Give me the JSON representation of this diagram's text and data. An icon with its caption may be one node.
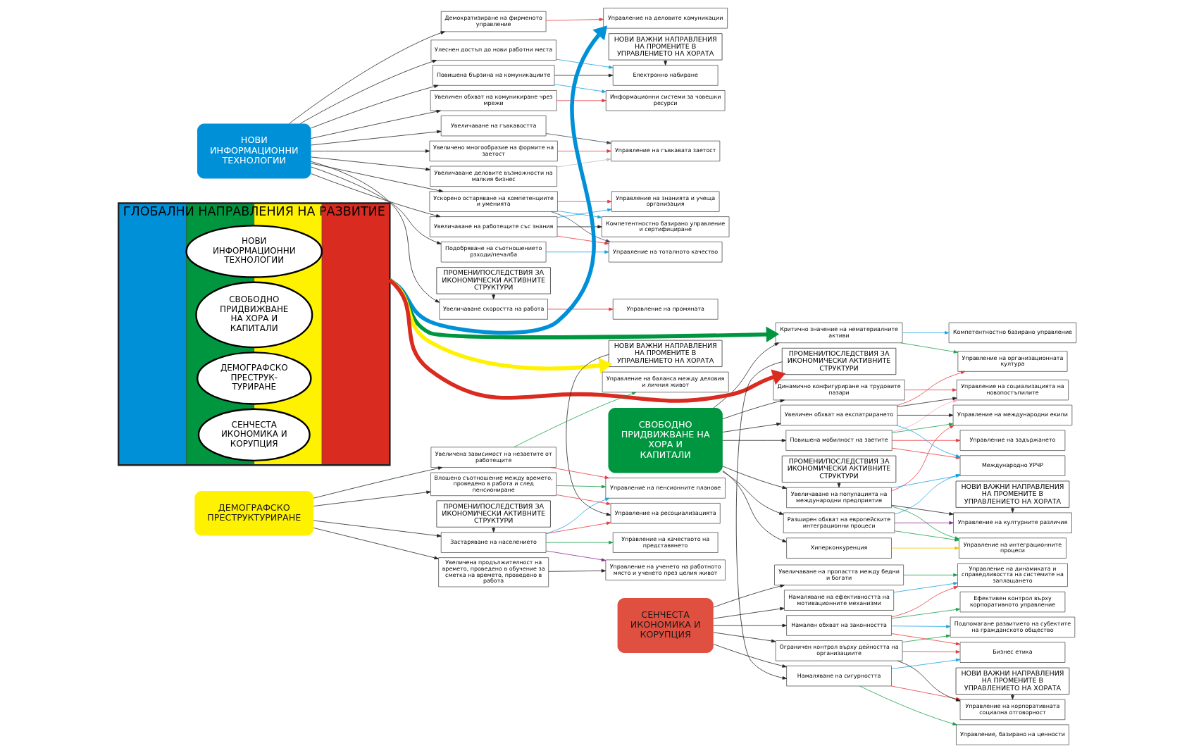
{
  "diagram": {
    "nodes": [
      {
        "text": [
          "НОВИ ИНФОРМАЦИОННИ ТЕХНОЛОГИИ"
        ]
      },
      {
        "text": [
          "ПРОМЕНИ/ПОСЛЕДСТВИЯ ЗА ИКОНОМИЧЕСКИ АКТИВНИТЕ СТРУКТУРИ"
        ]
      },
      {
        "text": [
          "НОВИ ВАЖНИ НАПРАВЛЕНИЯ НА ПРОМЕНИТЕ В УПРАВЛЕНИЕТО НА ХОРАТА"
        ]
      },
      {
        "text": [
          "Увеличаване скоростта на работа"
        ]
      },
      {
        "text": [
          "Улеснен достъп до нови работни места"
        ]
      },
      {
        "text": [
          "Повишена бързина на комуникациите"
        ]
      },
      {
        "text": [
          "Увеличен обхват на комуникиране чрез мрежи"
        ]
      },
      {
        "text": [
          "Увеличаване на гъвкавостта"
        ]
      },
      {
        "text": [
          "Увеличено многообразие на формите на заетост"
        ]
      },
      {
        "text": [
          "Ускорено остаряване на компетенциите и уменията"
        ]
      },
      {
        "text": [
          "Увеличаване на работещите със знания"
        ]
      },
      {
        "text": [
          "Подобряване на съотношението рзходи/печалба"
        ]
      },
      {
        "text": [
          "Увеличаване деловите възможности на малкия бизнес"
        ]
      },
      {
        "text": [
          "Демократизиране на фирменото управление"
        ]
      },
      {
        "text": [
          "Електронно набиране"
        ]
      },
      {
        "text": [
          "Управление на промяната"
        ]
      },
      {
        "text": [
          "Информационни системи за човешки ресурси"
        ]
      },
      {
        "text": [
          "Управление на гъвкавата заетост"
        ]
      },
      {
        "text": [
          "Компетентностно базирано управление и сертифициране"
        ]
      },
      {
        "text": [
          "Управление на знанията и учеща организация"
        ]
      },
      {
        "text": [
          "Управление на тоталното качество"
        ]
      },
      {
        "text": [
          "Управление на деловите комуникации"
        ]
      },
      {
        "text": [
          "СВОБОДНО ПРИДВИЖВАНЕ НА ХОРА И КАПИТАЛИ"
        ]
      },
      {
        "text": [
          "ПРОМЕНИ/ПОСЛЕДСТВИЯ ЗА ИКОНОМИЧЕСКИ АКТИВНИТЕ СТРУКТУРИ"
        ]
      },
      {
        "text": [
          "НОВИ ВАЖНИ НАПРАВЛЕНИЯ НА ПРОМЕНИТЕ В УПРАВЛЕНИЕТО НА ХОРАТА"
        ]
      },
      {
        "text": [
          "Увеличаване на популацията на международни предприятия"
        ]
      },
      {
        "text": [
          "Хиперконкуренция"
        ]
      },
      {
        "text": [
          "Повишена мобилност на заетите"
        ]
      },
      {
        "text": [
          "Разширен обхват на европейските интеграционни процеси"
        ]
      },
      {
        "text": [
          "Динамично конфигуриране на трудовите пазари"
        ]
      },
      {
        "text": [
          "Увеличен обхват на експатрирането"
        ]
      },
      {
        "text": [
          "Критично значение на нематериалните активи"
        ]
      },
      {
        "text": [
          "Управление на културните различия"
        ]
      },
      {
        "text": [
          "Управление на международни екипи"
        ]
      },
      {
        "text": [
          "Управление на задържането"
        ]
      },
      {
        "text": [
          "Международно УРЧР"
        ]
      },
      {
        "text": [
          "Управление на социализацията на новопостъпилите"
        ]
      },
      {
        "text": [
          "Управление на интеграционните процеси"
        ]
      },
      {
        "text": [
          "Компетентностно базирано управление"
        ]
      },
      {
        "text": [
          "Управление на организационната култура"
        ]
      },
      {
        "text": [
          "ГЛОБАЛНИ НАПРАВЛЕНИЯ НА РАЗВИТИЕ"
        ]
      },
      {
        "text": [
          "НОВИ ИНФОРМАЦИОННИ ТЕХНОЛОГИИ"
        ],
        "in": 40
      },
      {
        "text": [
          "СВОБОДНО ПРИДВИЖВАНЕ НА ХОРА И КАПИТАЛИ"
        ],
        "in": 40
      },
      {
        "text": [
          "ДЕМОГРАФСКО ПРЕСТРУК- ТУРИРАНЕ"
        ],
        "in": 40
      },
      {
        "text": [
          "СЕНЧЕСТА ИКОНОМИКА И КОРУПЦИЯ"
        ],
        "in": 40
      },
      {
        "text": [
          "ДЕМОГРАФСКО ПРЕСТРУКТУРИРАНЕ"
        ]
      },
      {
        "text": [
          "ПРОМЕНИ/ПОСЛЕДСТВИЯ ЗА ИКОНОМИЧЕСКИ АКТИВНИТЕ СТРУКТУРИ"
        ]
      },
      {
        "text": [
          "НОВИ ВАЖНИ НАПРАВЛЕНИЯ НА ПРОМЕНИТЕ В УПРАВЛЕНИЕТО НА ХОРАТА"
        ]
      },
      {
        "text": [
          "Застаряване на населението"
        ]
      },
      {
        "text": [
          "Увеличена продължителност на времето, проведено в обучение за сметка на времето, проведено в работа"
        ]
      },
      {
        "text": [
          "Влошено съотношение между времето, проведено в работа и след пенсиониране"
        ]
      },
      {
        "text": [
          "Увеличена зависимост на незаетите от работещите"
        ]
      },
      {
        "text": [
          "Управление на ресоциализацията"
        ]
      },
      {
        "text": [
          "Управление на ученето на работното място и ученето през целия живот"
        ]
      },
      {
        "text": [
          "Управление на качеството на представянето"
        ]
      },
      {
        "text": [
          "Управление на пенсионните планове"
        ]
      },
      {
        "text": [
          "Управление на баланса между деловия и личния живот"
        ]
      },
      {
        "text": [
          "СЕНЧЕСТА ИКОНОМИКА И КОРУПЦИЯ"
        ]
      },
      {
        "text": [
          "ПРОМЕНИ/ПОСЛЕДСТВИЯ ЗА ИКОНОМИЧЕСКИ АКТИВНИТЕ СТРУКТУРИ"
        ]
      },
      {
        "text": [
          "НОВИ ВАЖНИ НАПРАВЛЕНИЯ НА ПРОМЕНИТЕ В УПРАВЛЕНИЕТО НА ХОРАТА"
        ]
      },
      {
        "text": [
          "Намаляване на сигурността"
        ]
      },
      {
        "text": [
          "Ограничен контрол върху дейността на организациите"
        ]
      },
      {
        "text": [
          "Намален обхват на законността"
        ]
      },
      {
        "text": [
          "Увеличаване на пропастта между бедни и богати"
        ]
      },
      {
        "text": [
          "Намаляване на ефективността на мотивационните механизми"
        ]
      },
      {
        "text": [
          "Управление на корпоративната социална отговорност"
        ]
      },
      {
        "text": [
          "Управление, базирано на ценности"
        ]
      },
      {
        "text": [
          "Бизнес етика"
        ]
      },
      {
        "text": [
          "Подпомагане развитието на субектите на гражданското общество"
        ]
      },
      {
        "text": [
          "Ефективен контрол върху корпоративното управление"
        ]
      },
      {
        "text": [
          "Управление на динамиката и справедливостта на системите на заплащането"
        ]
      }
    ],
    "edges": [
      {
        "from": 0,
        "to": 3,
        "arrow": "to"
      },
      {
        "from": 0,
        "to": 4,
        "arrow": "to"
      },
      {
        "from": 0,
        "to": 5,
        "arrow": "to"
      },
      {
        "from": 0,
        "to": 6,
        "arrow": "to"
      },
      {
        "from": 0,
        "to": 7,
        "arrow": "to"
      },
      {
        "from": 0,
        "to": 8,
        "arrow": "to"
      },
      {
        "from": 0,
        "to": 9,
        "arrow": "to"
      },
      {
        "from": 0,
        "to": 10,
        "arrow": "to"
      },
      {
        "from": 0,
        "to": 11,
        "arrow": "to"
      },
      {
        "from": 0,
        "to": 12,
        "arrow": "to"
      },
      {
        "from": 0,
        "to": 13,
        "arrow": "to"
      },
      {
        "from": 1,
        "to": 3,
        "arrow": "to"
      },
      {
        "from": 2,
        "to": 14,
        "arrow": "to"
      },
      {
        "from": 3,
        "to": 15,
        "arrow": "to",
        "color": "#e5393f"
      },
      {
        "from": 4,
        "to": 14,
        "arrow": "to",
        "color": "#1ba1e2"
      },
      {
        "from": 5,
        "to": 14,
        "arrow": "to"
      },
      {
        "from": 5,
        "to": 16,
        "arrow": "to",
        "color": "#1ba1e2"
      },
      {
        "from": 6,
        "to": 16,
        "arrow": "to",
        "color": "#e5393f"
      },
      {
        "from": 7,
        "to": 17,
        "arrow": "to",
        "color": "#37474f"
      },
      {
        "from": 8,
        "to": 17,
        "arrow": "to",
        "color": "#e5393f"
      },
      {
        "from": 9,
        "to": 18,
        "arrow": "to",
        "color": "#1ba1e2"
      },
      {
        "from": 9,
        "to": 19,
        "arrow": "to",
        "color": "#e5393f"
      },
      {
        "from": 9,
        "to": 20,
        "arrow": "to",
        "color": "#37474f"
      },
      {
        "from": 10,
        "to": 18,
        "arrow": "to"
      },
      {
        "from": 10,
        "to": 19,
        "arrow": "to",
        "color": "#1ba1e2"
      },
      {
        "from": 10,
        "to": 20,
        "arrow": "to",
        "color": "#e5393f"
      },
      {
        "from": 11,
        "to": 20,
        "arrow": "to",
        "color": "#1ba1e2"
      },
      {
        "from": 12,
        "to": 17,
        "arrow": "to",
        "color": "#bdbdbd"
      },
      {
        "from": 13,
        "to": 21,
        "arrow": "to",
        "color": "#e5393f"
      },
      {
        "from": 22,
        "to": 25,
        "arrow": "to"
      },
      {
        "from": 22,
        "to": 26,
        "arrow": "to"
      },
      {
        "from": 22,
        "to": 27,
        "arrow": "to"
      },
      {
        "from": 22,
        "to": 28,
        "arrow": "to"
      },
      {
        "from": 22,
        "to": 29,
        "arrow": "to"
      },
      {
        "from": 22,
        "to": 30,
        "arrow": "to"
      },
      {
        "from": 22,
        "to": 31,
        "arrow": "to"
      },
      {
        "from": 23,
        "to": 25,
        "arrow": "to"
      },
      {
        "from": 24,
        "to": 32,
        "arrow": "to"
      },
      {
        "from": 25,
        "to": 32,
        "arrow": "to"
      },
      {
        "from": 25,
        "to": 33,
        "arrow": "to",
        "color": "#e5393f"
      },
      {
        "from": 25,
        "to": 35,
        "arrow": "to",
        "color": "#1ba1e2"
      },
      {
        "from": 25,
        "to": 37,
        "arrow": "to",
        "color": "#19a04b"
      },
      {
        "from": 26,
        "to": 37,
        "arrow": "to",
        "color": "#f5c000"
      },
      {
        "from": 27,
        "to": 33,
        "arrow": "to",
        "color": "#19a04b"
      },
      {
        "from": 27,
        "to": 34,
        "arrow": "to",
        "color": "#e5393f"
      },
      {
        "from": 27,
        "to": 35,
        "arrow": "to",
        "color": "#e5393f"
      },
      {
        "from": 27,
        "to": 36,
        "arrow": "to",
        "color": "#f4a6c8"
      },
      {
        "from": 28,
        "to": 32,
        "arrow": "to",
        "color": "#8e278f"
      },
      {
        "from": 28,
        "to": 35,
        "arrow": "to",
        "color": "#1ba1e2"
      },
      {
        "from": 28,
        "to": 37,
        "arrow": "to",
        "color": "#19a04b"
      },
      {
        "from": 29,
        "to": 36,
        "arrow": "to",
        "color": "#e5393f"
      },
      {
        "from": 30,
        "to": 33,
        "arrow": "to"
      },
      {
        "from": 30,
        "to": 36,
        "arrow": "to"
      },
      {
        "from": 30,
        "to": 35,
        "arrow": "to",
        "color": "#1ba1e2"
      },
      {
        "from": 30,
        "to": 39,
        "arrow": "to",
        "color": "#e5393f"
      },
      {
        "from": 31,
        "to": 38,
        "arrow": "to",
        "color": "#1ba1e2"
      },
      {
        "from": 31,
        "to": 39,
        "arrow": "to",
        "color": "#19a04b"
      },
      {
        "from": 40,
        "to": 21,
        "arrow": "to",
        "style": "thick",
        "color": "#0090d8"
      },
      {
        "from": 40,
        "to": 31,
        "arrow": "to",
        "style": "thick",
        "color": "#009640"
      },
      {
        "from": 40,
        "to": 47,
        "arrow": "to",
        "style": "thick",
        "color": "#fff200"
      },
      {
        "from": 40,
        "to": 58,
        "arrow": "to",
        "style": "thick",
        "color": "#d92b20"
      },
      {
        "from": 45,
        "to": 48,
        "arrow": "to"
      },
      {
        "from": 45,
        "to": 49,
        "arrow": "to"
      },
      {
        "from": 45,
        "to": 50,
        "arrow": "to"
      },
      {
        "from": 45,
        "to": 51,
        "arrow": "to"
      },
      {
        "from": 46,
        "to": 48,
        "arrow": "to"
      },
      {
        "from": 47,
        "to": 52,
        "arrow": "to"
      },
      {
        "from": 48,
        "to": 52,
        "arrow": "to",
        "color": "#e5393f"
      },
      {
        "from": 48,
        "to": 53,
        "arrow": "to",
        "color": "#8e278f"
      },
      {
        "from": 48,
        "to": 54,
        "arrow": "to",
        "color": "#19a04b"
      },
      {
        "from": 48,
        "to": 55,
        "arrow": "to",
        "color": "#1ba1e2"
      },
      {
        "from": 49,
        "to": 53,
        "arrow": "to"
      },
      {
        "from": 50,
        "to": 52,
        "arrow": "to",
        "color": "#e5393f"
      },
      {
        "from": 50,
        "to": 55,
        "arrow": "to",
        "color": "#19a04b"
      },
      {
        "from": 51,
        "to": 55,
        "arrow": "to",
        "color": "#e5393f"
      },
      {
        "from": 51,
        "to": 56,
        "arrow": "to",
        "color": "#19a04b"
      },
      {
        "from": 57,
        "to": 60,
        "arrow": "to"
      },
      {
        "from": 57,
        "to": 61,
        "arrow": "to"
      },
      {
        "from": 57,
        "to": 62,
        "arrow": "to"
      },
      {
        "from": 57,
        "to": 63,
        "arrow": "to"
      },
      {
        "from": 57,
        "to": 64,
        "arrow": "to"
      },
      {
        "from": 58,
        "to": 60,
        "arrow": "to"
      },
      {
        "from": 59,
        "to": 65,
        "arrow": "to"
      },
      {
        "from": 60,
        "to": 65,
        "arrow": "to",
        "color": "#e5393f"
      },
      {
        "from": 60,
        "to": 66,
        "arrow": "to",
        "color": "#19a04b"
      },
      {
        "from": 60,
        "to": 67,
        "arrow": "to",
        "color": "#1ba1e2"
      },
      {
        "from": 61,
        "to": 65,
        "arrow": "to"
      },
      {
        "from": 61,
        "to": 67,
        "arrow": "to",
        "color": "#e5393f"
      },
      {
        "from": 61,
        "to": 68,
        "arrow": "to",
        "color": "#19a04b"
      },
      {
        "from": 62,
        "to": 67,
        "arrow": "to",
        "color": "#e5393f"
      },
      {
        "from": 62,
        "to": 68,
        "arrow": "to",
        "color": "#1ba1e2"
      },
      {
        "from": 62,
        "to": 69,
        "arrow": "to",
        "color": "#19a04b"
      },
      {
        "from": 62,
        "to": 70,
        "arrow": "to",
        "color": "#e5393f"
      },
      {
        "from": 63,
        "to": 70,
        "arrow": "to",
        "color": "#19a04b"
      },
      {
        "from": 64,
        "to": 70,
        "arrow": "to",
        "color": "#1ba1e2"
      }
    ]
  }
}
